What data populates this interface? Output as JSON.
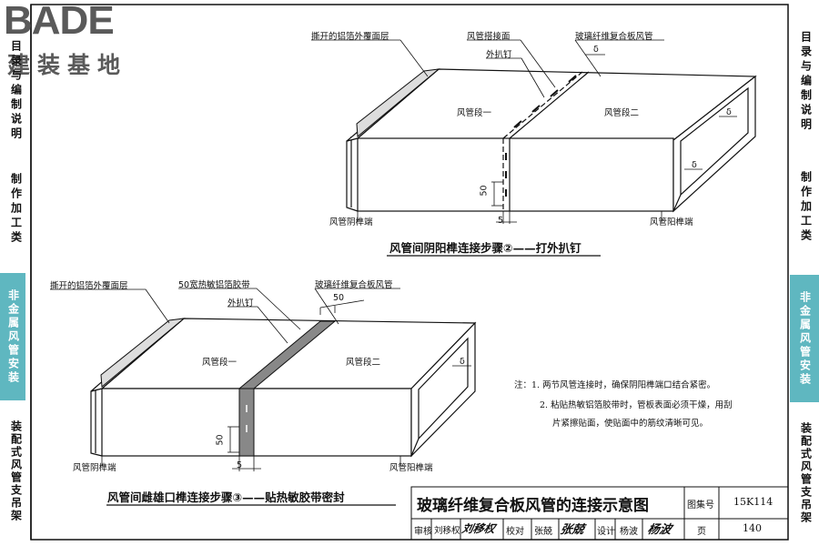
{
  "logo": {
    "brand": "BADE",
    "subtitle": "建装基地"
  },
  "side_tabs": [
    {
      "label": "目录与编制说明",
      "active": false
    },
    {
      "label": "制作加工类",
      "active": false
    },
    {
      "label": "非金属风管安装",
      "active": true
    },
    {
      "label": "装配式风管支吊架",
      "active": false
    }
  ],
  "left_tabs": [
    {
      "label": "目录与编制说明",
      "active": false
    },
    {
      "label": "制作加工类",
      "active": false
    },
    {
      "label": "非金属风管安装",
      "active": true
    },
    {
      "label": "装配式风管支吊架",
      "active": false
    }
  ],
  "colors": {
    "accent_tab": "#5fb7c0",
    "tape": "#888888"
  },
  "diagram1": {
    "label_foil": "撕开的铝箔外覆面层",
    "label_joint_face": "风管搭接面",
    "label_rivet": "外扒钉",
    "label_duct": "玻璃纤维复合板风管",
    "label_seg1": "风管段一",
    "label_seg2": "风管段二",
    "label_female": "风管阴榫端",
    "label_male": "风管阳榫端",
    "dim_50": "50",
    "dim_5": "5",
    "dim_delta": "δ",
    "caption": "风管间阴阳榫连接步骤②——打外扒钉"
  },
  "diagram2": {
    "label_foil": "撕开的铝箔外覆面层",
    "label_tape": "50宽热敏铝箔胶带",
    "label_rivet": "外扒钉",
    "label_duct": "玻璃纤维复合板风管",
    "label_seg1": "风管段一",
    "label_seg2": "风管段二",
    "label_female": "风管阴榫端",
    "label_male": "风管阳榫端",
    "dim_50a": "50",
    "dim_50b": "50",
    "dim_5": "5",
    "dim_delta": "δ",
    "caption": "风管间雌雄口榫连接步骤③——贴热敏胶带密封"
  },
  "notes": {
    "line1": "注：1. 两节风管连接时，确保阴阳榫端口结合紧密。",
    "line2": "2. 粘贴热敏铝箔胶带时，管板表面必须干燥，用刮",
    "line3": "片紧擦贴面，使贴面中的筋纹清晰可见。"
  },
  "title_block": {
    "title": "玻璃纤维复合板风管的连接示意图",
    "atlas_label": "图集号",
    "atlas_no": "15K114",
    "review_label": "审核",
    "review_name": "刘移权",
    "review_sign": "刘移权",
    "check_label": "校对",
    "check_name": "张兢",
    "check_sign": "张兢",
    "design_label": "设计",
    "design_name": "杨波",
    "design_sign": "杨波",
    "page_label": "页",
    "page_no": "140"
  }
}
